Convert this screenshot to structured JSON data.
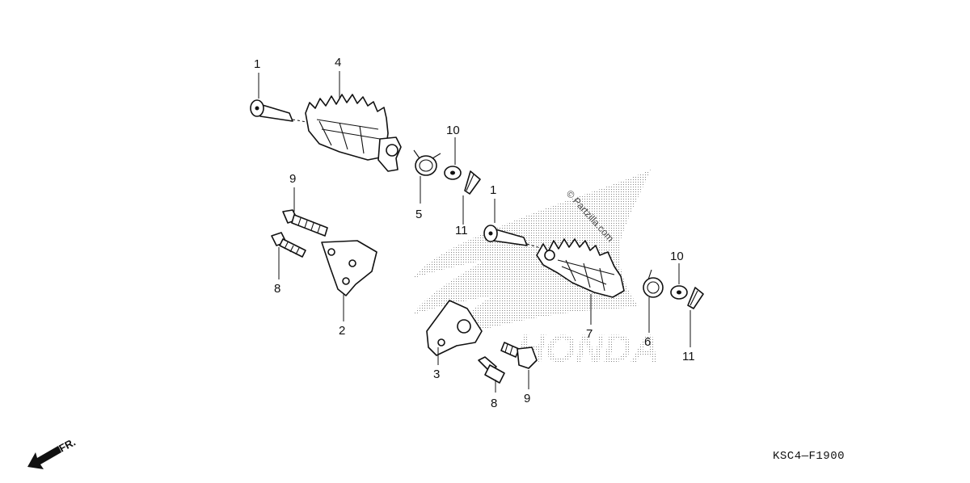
{
  "diagram": {
    "code": "KSC4—F1900",
    "watermark": "© Partzilla.com",
    "brand_mark": "HONDA",
    "direction_label": "FR.",
    "callouts": [
      "1",
      "4",
      "10",
      "5",
      "11",
      "9",
      "8",
      "2",
      "1",
      "10",
      "7",
      "6",
      "11",
      "3",
      "8",
      "9"
    ]
  }
}
